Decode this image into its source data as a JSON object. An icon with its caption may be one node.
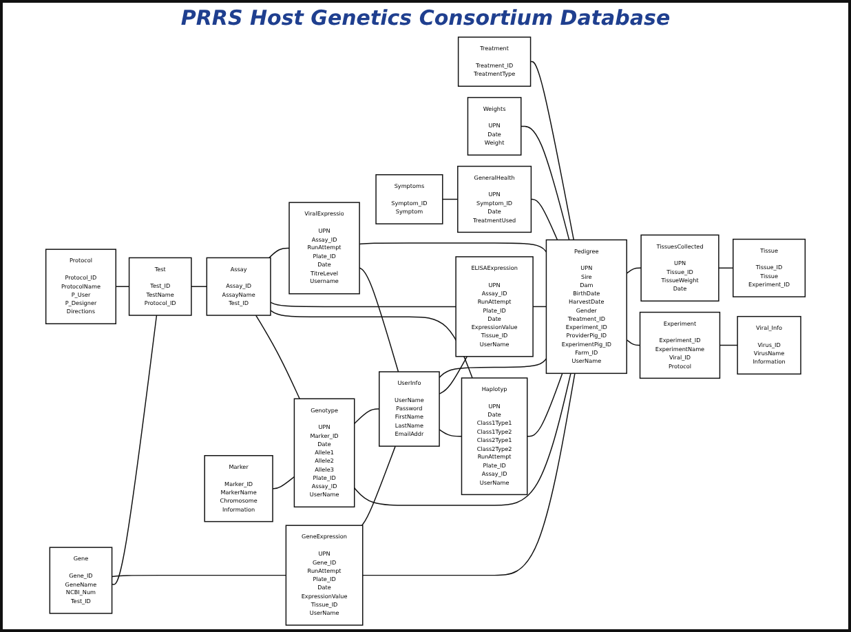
{
  "diagram": {
    "title": "PRRS Host Genetics Consortium Database",
    "nodes": [
      {
        "text": [
          "Protocol",
          "Protocol_ID ProtocolName P_User P_Designer Directions"
        ]
      },
      {
        "text": [
          "Gene",
          "Gene_ID GeneName NCBI_Num Test_ID"
        ]
      },
      {
        "text": [
          "GeneExpression",
          "UPN Gene_ID RunAttempt Plate_ID Date ExpressionValue Tissue_ID UserName"
        ]
      },
      {
        "text": [
          "Treatment",
          "Treatment_ID TreatmentType"
        ]
      },
      {
        "text": [
          "Weights",
          "UPN Date Weight"
        ]
      },
      {
        "text": [
          "Symptoms",
          "Symptom_ID Symptom"
        ]
      },
      {
        "text": [
          "Test",
          "Test_ID TestName Protocol_ID"
        ]
      },
      {
        "text": [
          "ViralExpressio",
          "UPN Assay_ID RunAttempt Plate_ID Date TitreLevel Username"
        ]
      },
      {
        "text": [
          "UserInfo",
          "UserName Password FirstName LastName EmailAddr"
        ]
      },
      {
        "text": [
          "Pedigree",
          "UPN Sire Dam BirthDate HarvestDate Gender Treatment_ID Experiment_ID ProviderPig_ID ExperimentPig_ID Farm_ID UserName"
        ]
      },
      {
        "text": [
          "GeneralHealth",
          "UPN Symptom_ID Date TreatmentUsed"
        ]
      },
      {
        "text": [
          "ELISAExpression",
          "UPN Assay_ID RunAttempt Plate_ID Date ExpressionValue Tissue_ID UserName"
        ]
      },
      {
        "text": [
          "TissuesCollected",
          "UPN Tissue_ID TissueWeight Date"
        ]
      },
      {
        "text": [
          "Assay",
          "Assay_ID AssayName Test_ID"
        ]
      },
      {
        "text": [
          "Haplotyp",
          "UPN Date Class1Type1 Class1Type2 Class2Type1 Class2Type2 RunAttempt Plate_ID Assay_ID UserName"
        ]
      },
      {
        "text": [
          "Genotype",
          "UPN Marker_ID Date Allele1 Allele2 Allele3 Plate_ID Assay_ID UserName"
        ]
      },
      {
        "text": [
          "Marker",
          "Marker_ID MarkerName Chromosome Information"
        ]
      },
      {
        "text": [
          "Experiment",
          "Experiment_ID ExperimentName Viral_ID Protocol"
        ]
      },
      {
        "text": [
          "Tissue",
          "Tissue_ID Tissue Experiment_ID"
        ]
      },
      {
        "text": [
          "Viral_Info",
          "Virus_ID VirusName Information"
        ]
      }
    ],
    "edges": [
      {
        "from": 0,
        "to": 6,
        "arrow": "none"
      },
      {
        "from": 1,
        "to": 2,
        "arrow": "none"
      },
      {
        "from": 1,
        "to": 6,
        "arrow": "none"
      },
      {
        "from": 2,
        "to": 8,
        "arrow": "none"
      },
      {
        "from": 2,
        "to": 9,
        "arrow": "none"
      },
      {
        "from": 7,
        "to": 9,
        "arrow": "none"
      },
      {
        "from": 3,
        "to": 9,
        "arrow": "none"
      },
      {
        "from": 4,
        "to": 9,
        "arrow": "none"
      },
      {
        "from": 5,
        "to": 10,
        "arrow": "none"
      },
      {
        "from": 10,
        "to": 9,
        "arrow": "none"
      },
      {
        "from": 7,
        "to": 8,
        "arrow": "none"
      },
      {
        "from": 8,
        "to": 9,
        "arrow": "none"
      },
      {
        "from": 6,
        "to": 13,
        "arrow": "none"
      },
      {
        "from": 13,
        "to": 7,
        "arrow": "none"
      },
      {
        "from": 13,
        "to": 11,
        "arrow": "none"
      },
      {
        "from": 13,
        "to": 14,
        "arrow": "none"
      },
      {
        "from": 13,
        "to": 15,
        "arrow": "none"
      },
      {
        "from": 8,
        "to": 11,
        "arrow": "none"
      },
      {
        "from": 15,
        "to": 8,
        "arrow": "none"
      },
      {
        "from": 8,
        "to": 14,
        "arrow": "none"
      },
      {
        "from": 11,
        "to": 9,
        "arrow": "none"
      },
      {
        "from": 9,
        "to": 12,
        "arrow": "none"
      },
      {
        "from": 12,
        "to": 18,
        "arrow": "none"
      },
      {
        "from": 9,
        "to": 17,
        "arrow": "none"
      },
      {
        "from": 17,
        "to": 19,
        "arrow": "none"
      },
      {
        "from": 16,
        "to": 15,
        "arrow": "none"
      },
      {
        "from": 14,
        "to": 9,
        "arrow": "none"
      },
      {
        "from": 15,
        "to": 9,
        "arrow": "none"
      }
    ]
  }
}
